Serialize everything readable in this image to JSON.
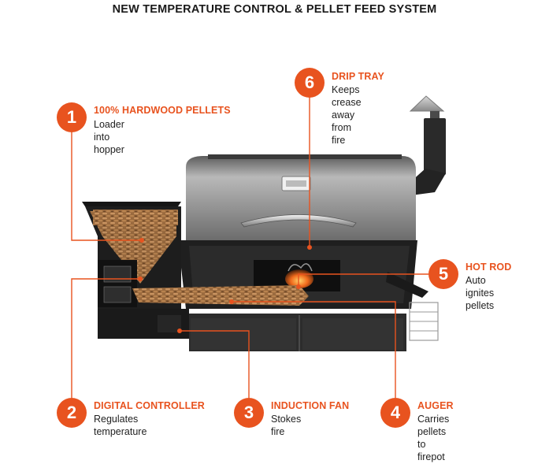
{
  "title": "NEW TEMPERATURE CONTROL & PELLET FEED SYSTEM",
  "colors": {
    "accent": "#e8531f",
    "text": "#222222",
    "grill_body": "#8c8c8c",
    "grill_dark": "#1e1e1e"
  },
  "callouts": [
    {
      "number": "1",
      "title": "100% HARDWOOD PELLETS",
      "desc_lines": [
        "Loader into hopper"
      ]
    },
    {
      "number": "2",
      "title": "DIGITAL CONTROLLER",
      "desc_lines": [
        "Regulates temperature"
      ]
    },
    {
      "number": "3",
      "title": "INDUCTION FAN",
      "desc_lines": [
        "Stokes fire"
      ]
    },
    {
      "number": "4",
      "title": "AUGER",
      "desc_lines": [
        "Carries pellets",
        "to firepot"
      ]
    },
    {
      "number": "5",
      "title": "HOT ROD",
      "desc_lines": [
        "Auto ignites",
        "pellets"
      ]
    },
    {
      "number": "6",
      "title": "DRIP TRAY",
      "desc_lines": [
        "Keeps crease away",
        "from fire"
      ]
    }
  ]
}
